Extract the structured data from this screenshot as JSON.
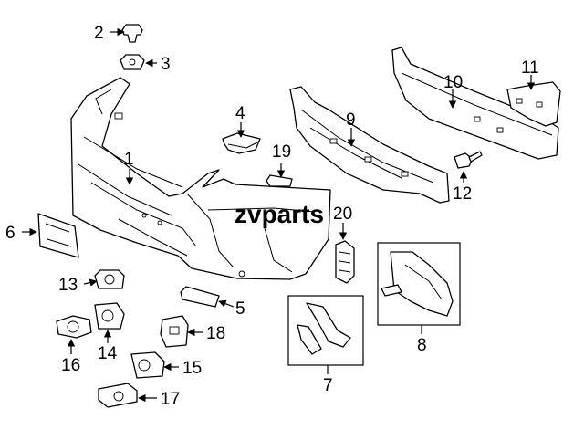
{
  "watermark": "zvparts",
  "callouts": [
    "1",
    "2",
    "3",
    "4",
    "5",
    "6",
    "7",
    "8",
    "9",
    "10",
    "11",
    "12",
    "13",
    "14",
    "15",
    "16",
    "17",
    "18",
    "19",
    "20"
  ]
}
